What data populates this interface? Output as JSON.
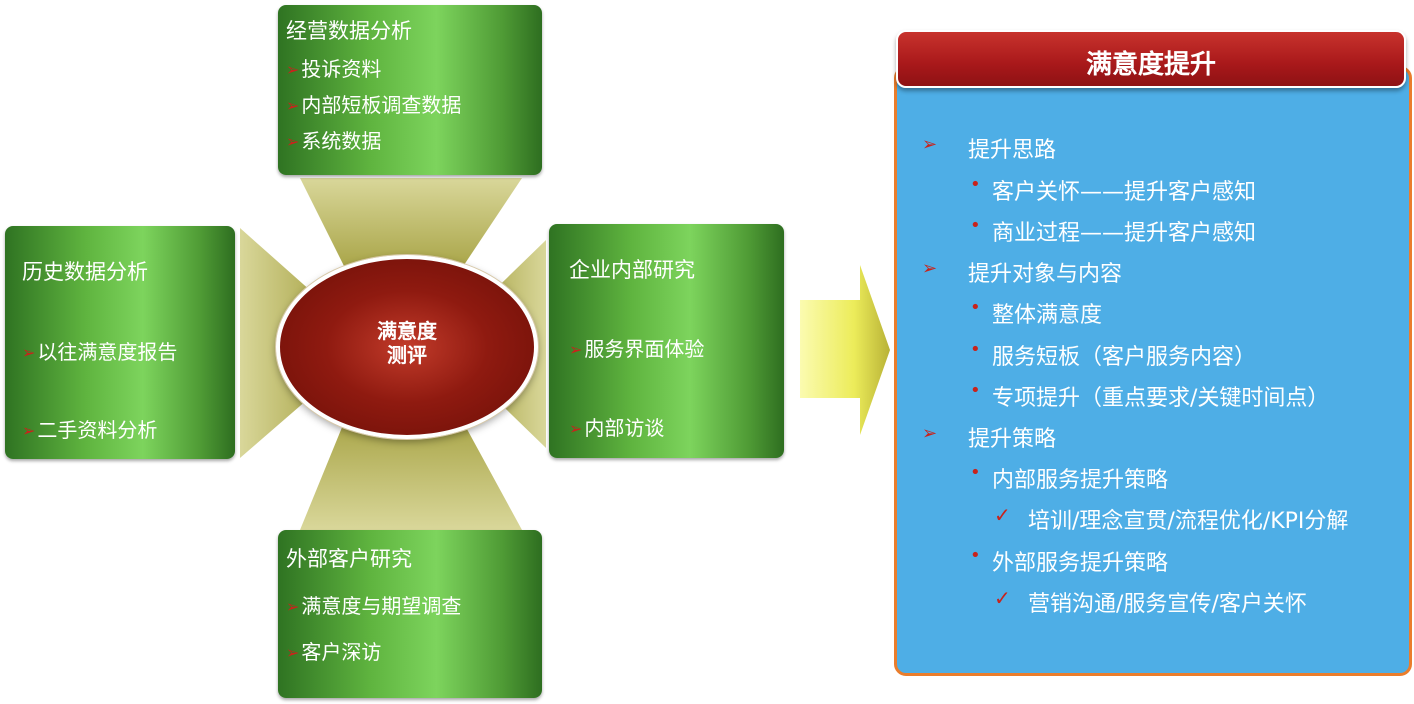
{
  "center": {
    "label_line1": "满意度",
    "label_line2": "测评"
  },
  "boxes": {
    "top": {
      "title": "经营数据分析",
      "items": [
        "投诉资料",
        "内部短板调查数据",
        "系统数据"
      ]
    },
    "left": {
      "title": "历史数据分析",
      "items": [
        "以往满意度报告",
        "二手资料分析"
      ]
    },
    "right": {
      "title": "企业内部研究",
      "items": [
        "服务界面体验",
        "内部访谈"
      ]
    },
    "bottom": {
      "title": "外部客户研究",
      "items": [
        "满意度与期望调查",
        "客户深访"
      ]
    }
  },
  "panel": {
    "title": "满意度提升",
    "lines": [
      {
        "level": 1,
        "text": "提升思路"
      },
      {
        "level": 2,
        "text": "客户关怀——提升客户感知"
      },
      {
        "level": 2,
        "text": "商业过程——提升客户感知"
      },
      {
        "level": 1,
        "text": "提升对象与内容"
      },
      {
        "level": 2,
        "text": "整体满意度"
      },
      {
        "level": 2,
        "text": "服务短板（客户服务内容）"
      },
      {
        "level": 2,
        "text": "专项提升（重点要求/关键时间点）"
      },
      {
        "level": 1,
        "text": "提升策略"
      },
      {
        "level": 2,
        "text": "内部服务提升策略"
      },
      {
        "level": 3,
        "text": "培训/理念宣贯/流程优化/KPI分解"
      },
      {
        "level": 2,
        "text": "外部服务提升策略"
      },
      {
        "level": 3,
        "text": "营销沟通/服务宣传/客户关怀"
      }
    ]
  },
  "markers": {
    "level1": "➢",
    "level2": "•",
    "level3": "✓",
    "item_arrow": "➢"
  },
  "colors": {
    "box_green": "#5fb43f",
    "ellipse_red": "#8f1a10",
    "panel_blue": "#4eaee6",
    "panel_border": "#ea7d2c",
    "header_red": "#a8181a",
    "marker_red": "#c8231c",
    "connector_olive": "#a9a548",
    "big_arrow_yellow": "#f4f47a"
  }
}
